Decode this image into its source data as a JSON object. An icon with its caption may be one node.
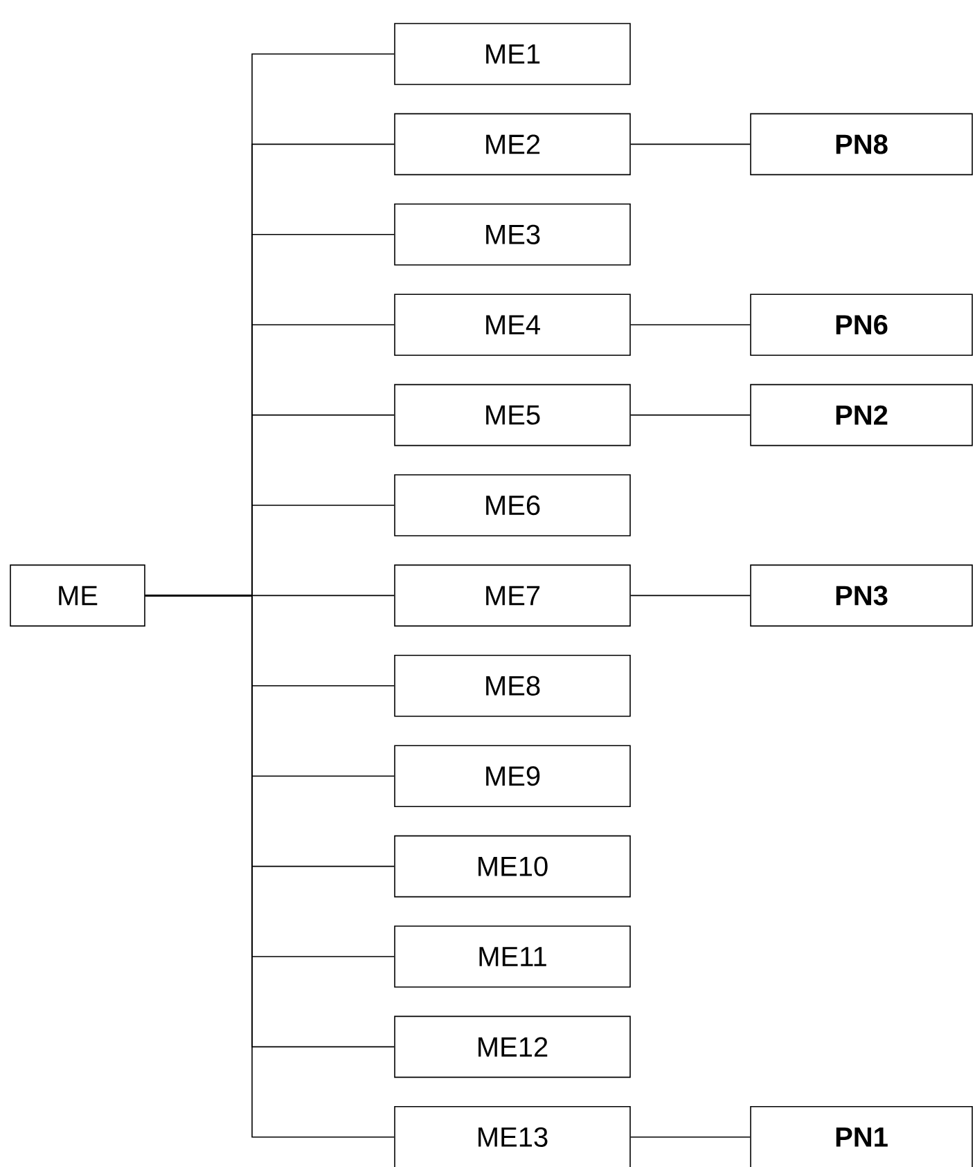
{
  "diagram": {
    "nodes": [
      {
        "text": [
          "ME"
        ]
      },
      {
        "text": [
          "ME1"
        ]
      },
      {
        "text": [
          "ME2"
        ]
      },
      {
        "text": [
          "PN8"
        ]
      },
      {
        "text": [
          "ME3"
        ]
      },
      {
        "text": [
          "ME4"
        ]
      },
      {
        "text": [
          "PN6"
        ]
      },
      {
        "text": [
          "ME5"
        ]
      },
      {
        "text": [
          "PN2"
        ]
      },
      {
        "text": [
          "ME6"
        ]
      },
      {
        "text": [
          "ME7"
        ]
      },
      {
        "text": [
          "PN3"
        ]
      },
      {
        "text": [
          "ME8"
        ]
      },
      {
        "text": [
          "ME9"
        ]
      },
      {
        "text": [
          "ME10"
        ]
      },
      {
        "text": [
          "ME11"
        ]
      },
      {
        "text": [
          "ME12"
        ]
      },
      {
        "text": [
          "ME13"
        ]
      },
      {
        "text": [
          "PN1"
        ]
      }
    ],
    "edges": [
      {
        "from": 0,
        "to": 1,
        "arrow": "none"
      },
      {
        "from": 0,
        "to": 2,
        "arrow": "none"
      },
      {
        "from": 0,
        "to": 4,
        "arrow": "none"
      },
      {
        "from": 0,
        "to": 5,
        "arrow": "none"
      },
      {
        "from": 0,
        "to": 7,
        "arrow": "none"
      },
      {
        "from": 0,
        "to": 9,
        "arrow": "none"
      },
      {
        "from": 0,
        "to": 10,
        "arrow": "none"
      },
      {
        "from": 0,
        "to": 12,
        "arrow": "none"
      },
      {
        "from": 0,
        "to": 13,
        "arrow": "none"
      },
      {
        "from": 0,
        "to": 14,
        "arrow": "none"
      },
      {
        "from": 0,
        "to": 15,
        "arrow": "none"
      },
      {
        "from": 0,
        "to": 16,
        "arrow": "none"
      },
      {
        "from": 0,
        "to": 17,
        "arrow": "none"
      },
      {
        "from": 2,
        "to": 3,
        "arrow": "none"
      },
      {
        "from": 5,
        "to": 6,
        "arrow": "none"
      },
      {
        "from": 7,
        "to": 8,
        "arrow": "none"
      },
      {
        "from": 10,
        "to": 11,
        "arrow": "none"
      },
      {
        "from": 17,
        "to": 18,
        "arrow": "none"
      }
    ]
  }
}
